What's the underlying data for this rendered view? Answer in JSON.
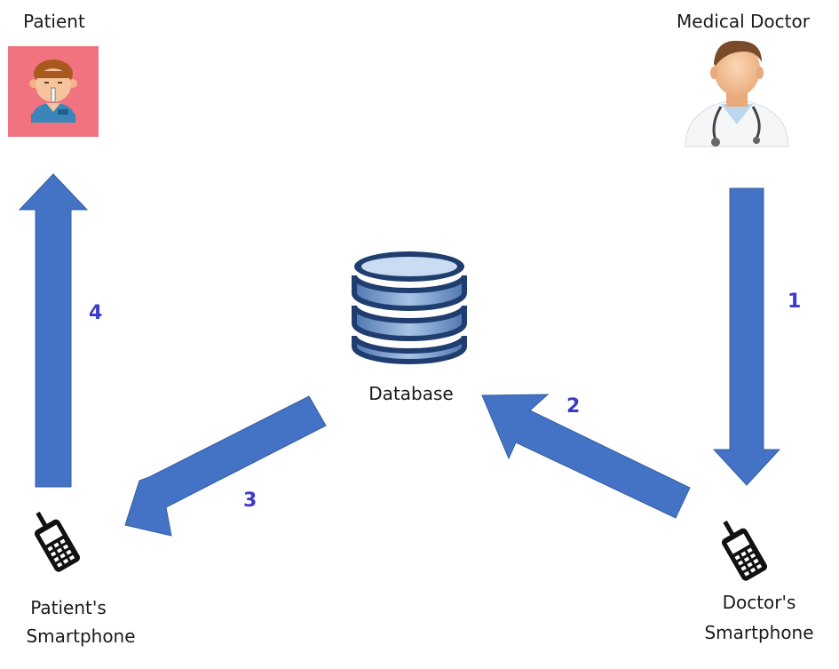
{
  "nodes": {
    "patient": {
      "label": "Patient"
    },
    "doctor": {
      "label": "Medical Doctor"
    },
    "database": {
      "label": "Database"
    },
    "patient_phone": {
      "line1": "Patient's",
      "line2": "Smartphone"
    },
    "doctor_phone": {
      "line1": "Doctor's",
      "line2": "Smartphone"
    }
  },
  "steps": [
    "1",
    "2",
    "3",
    "4"
  ],
  "colors": {
    "arrow": "#4472c4",
    "arrow_edge": "#35609f",
    "step_number": "#3b3bc8",
    "patient_bg": "#f0737f",
    "db_dark": "#1f3d6e",
    "db_light": "#8fb0d8"
  },
  "icons": {
    "patient": "patient-icon",
    "doctor": "doctor-icon",
    "database": "database-icon",
    "phone": "mobile-phone-icon"
  }
}
